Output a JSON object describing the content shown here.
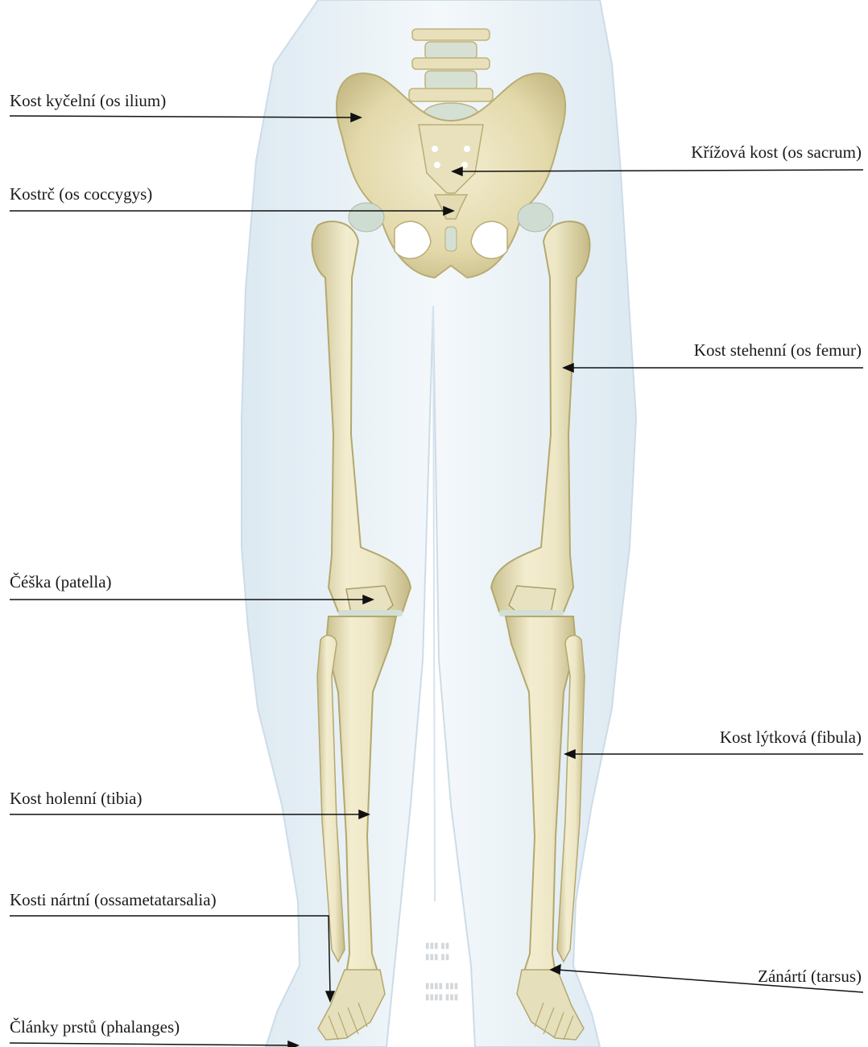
{
  "labels": {
    "ilium": "Kost kyčelní (os ilium)",
    "sacrum": "Křížová kost (os sacrum)",
    "coccyx": "Kostrč (os coccygys)",
    "femur": "Kost stehenní (os femur)",
    "patella": "Čéška (patella)",
    "fibula": "Kost lýtková (fibula)",
    "tibia": "Kost holenní (tibia)",
    "metatarsals": "Kosti nártní (ossametatarsalia)",
    "tarsus": "Zánártí (tarsus)",
    "phalanges": "Články prstů (phalanges)"
  },
  "colors": {
    "bone": "#ede6c4",
    "bone_shadow": "#c9bf8e",
    "cartilage": "#cfdcd2",
    "silhouette": "#e6f0f6",
    "leader": "#111111"
  }
}
